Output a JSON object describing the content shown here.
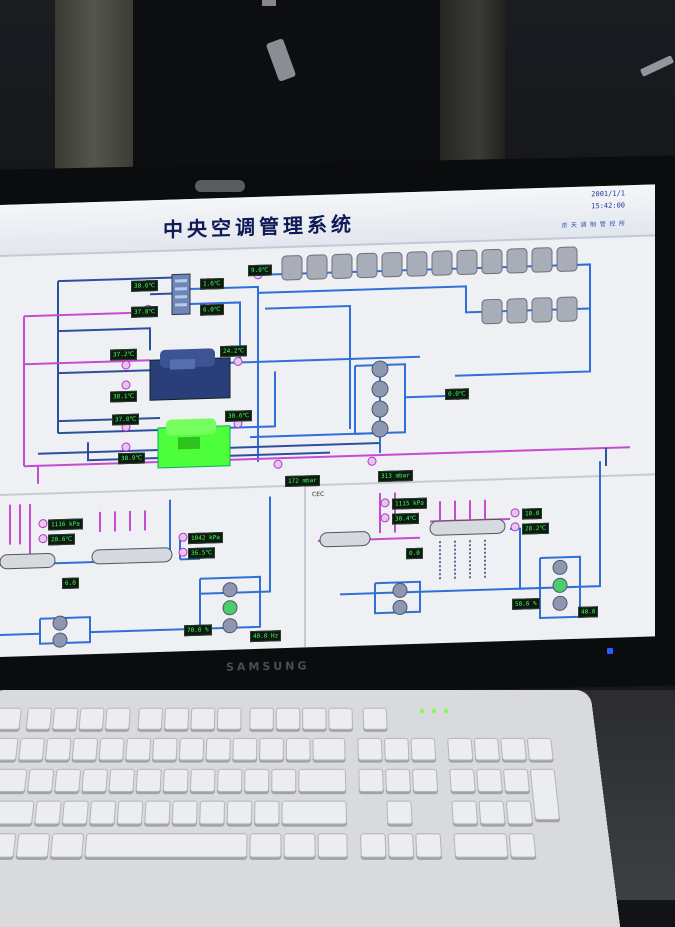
{
  "header": {
    "title": "中央空调管理系统",
    "date": "2001/1/1",
    "time": "15:42:00",
    "subtitle": "京 天 调 制 管 控 所"
  },
  "top_values": {
    "left_in_1": "38.6℃",
    "left_in_2": "37.8℃",
    "right_1": "1.6℃",
    "right_2": "6.0℃",
    "tower_temp": "9.0℃",
    "chiller1_left": "37.2℃",
    "chiller1_right": "24.2℃",
    "chiller1_low": "38.1℃",
    "chiller2_left": "37.0℃",
    "chiller2_right": "30.6℃",
    "chiller2_low": "38.9℃",
    "pump_right": "0.0℃",
    "pressure_mid": "172 mbar",
    "pressure_right": "313 mbar"
  },
  "bottom_left": {
    "pressure": "1116 kPa",
    "temp": "28.6℃",
    "pressure2": "1042 kPa",
    "temp2": "36.5℃",
    "level": "6.0",
    "flow": "70.0 %",
    "freq": "40.0 Hz"
  },
  "bottom_right": {
    "label": "CEC",
    "pressure": "1115 kPa",
    "temp": "30.4℃",
    "level": "0.0",
    "val_r1": "10.0",
    "val_r2": "28.2℃",
    "flow": "50.6 %",
    "freq": "40.0"
  },
  "colors": {
    "pipe_blue": "#2f6fd8",
    "pipe_purple": "#c44bd2",
    "pipe_navy": "#2d4f9e",
    "value_green": "#44ff5a",
    "chiller_navy": "#2a3f7a",
    "chiller_green": "#4dff3a"
  },
  "keyboard": {
    "brand": "SAMSUNG"
  }
}
